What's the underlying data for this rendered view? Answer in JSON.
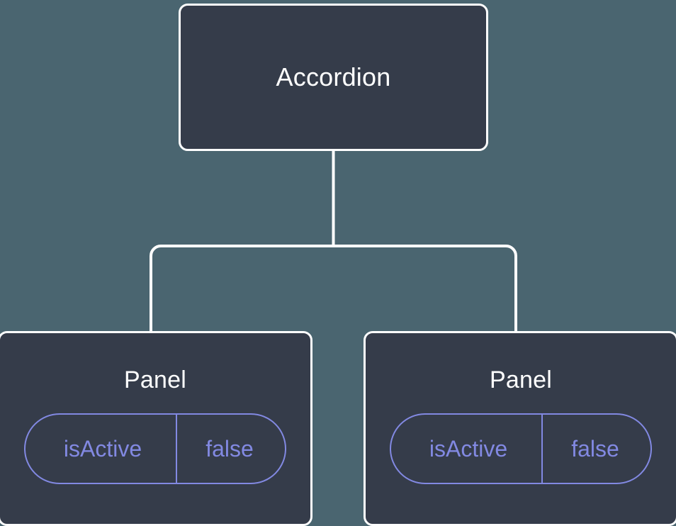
{
  "diagram": {
    "background_color": "#4a6570",
    "node_fill_color": "#353c4a",
    "node_border_color": "#ffffff",
    "accent_color": "#8289e2",
    "title_color": "#ffffff",
    "connector_color": "#ffffff",
    "root": {
      "label": "Accordion"
    },
    "children": [
      {
        "label": "Panel",
        "props": [
          {
            "key": "isActive",
            "value": "false"
          }
        ]
      },
      {
        "label": "Panel",
        "props": [
          {
            "key": "isActive",
            "value": "false"
          }
        ]
      }
    ]
  }
}
